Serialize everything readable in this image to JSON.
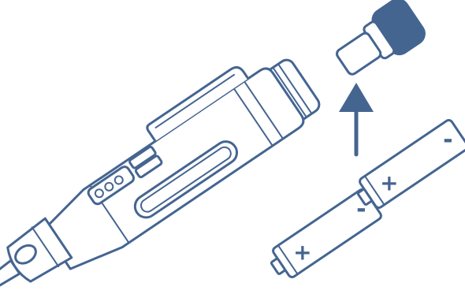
{
  "colors": {
    "ink": "#456591",
    "background": "#ffffff"
  },
  "icons": [
    "voltage-tester-pen",
    "battery-cap",
    "insert-arrow",
    "aaa-battery"
  ],
  "batteries": [
    {
      "positive_symbol": "+",
      "negative_symbol": "-"
    },
    {
      "positive_symbol": "+",
      "negative_symbol": "-"
    }
  ]
}
